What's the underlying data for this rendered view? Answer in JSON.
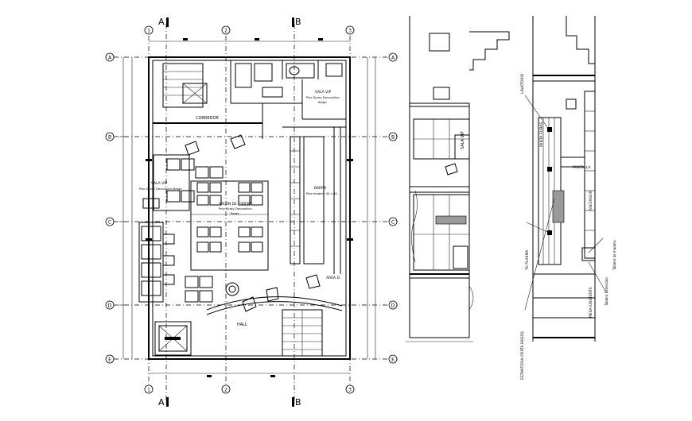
{
  "grid": {
    "columns": [
      "1",
      "2",
      "3"
    ],
    "rows": [
      "A",
      "B",
      "C",
      "D",
      "E"
    ],
    "section_marks": [
      "A",
      "B"
    ]
  },
  "rooms": {
    "corredor": "CORREDOR",
    "sala_vip_top": "SALA VIP",
    "sala_vip_top_sub1": "Piso Spray Decorativo",
    "sala_vip_top_sub2": "Beige",
    "sala_vip_left": "SALA VIP",
    "sala_vip_left_sub": "Piso Spray Decorativo Beige",
    "salon": "SALON DE ESPERA",
    "salon_sub1": "Piso Spray Decorativo",
    "salon_sub2": "Beige",
    "barra": "BARRA",
    "barra_sub": "Piso madera 40 x 40",
    "area": "AREA D.",
    "hall": "HALL"
  },
  "section_labels": {
    "sala_vip": "SALA VIP",
    "ventana": "PANTA CUBAS",
    "lavatorio": "LAVATORIO",
    "pantalla": "PANTALLA",
    "ascensor": "ASCENSOR",
    "tv_plasma": "TV PLASMA",
    "tablero": "Tablero de madera",
    "tablero_ext": "Tablero Extendido",
    "mesa_existente": "MESA EXISTENTE",
    "estanteria": "ESTANTERIA PORTA RAGOS"
  },
  "colors": {
    "ink": "#000000",
    "hatch": "#9a9a9a",
    "paper": "#ffffff"
  }
}
